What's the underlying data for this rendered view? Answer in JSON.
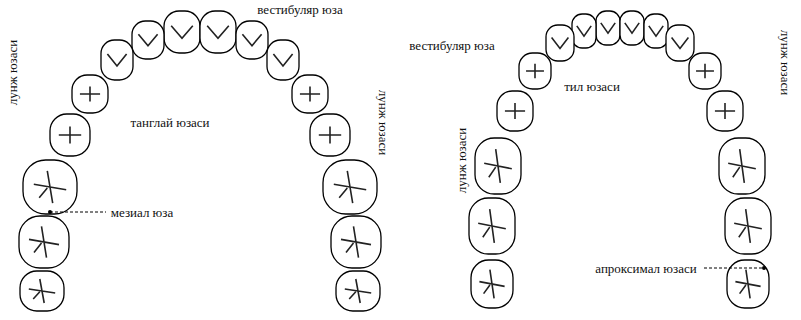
{
  "diagram": {
    "labels": [
      "вестибуляр юза",
      "танглай юзаси",
      "лунж юзаси",
      "лунж юзаси",
      "мезиал юза",
      "вестибуляр юза",
      "тил юзаси",
      "лунж юзаси",
      "лунж юзаси",
      "апроксимал юзаси"
    ]
  }
}
